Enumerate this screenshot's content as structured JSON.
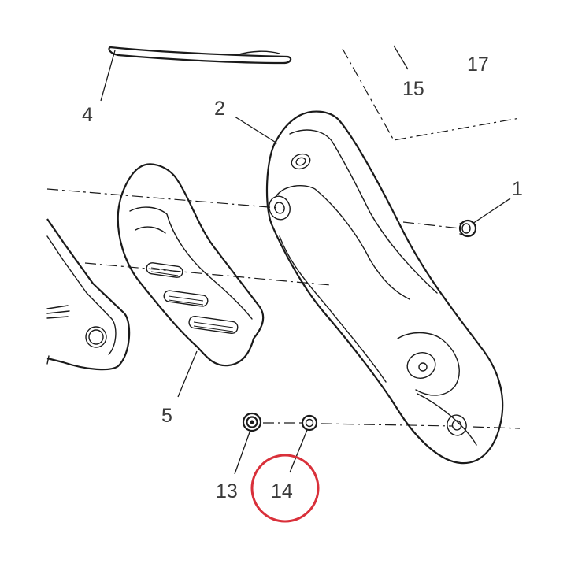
{
  "diagram": {
    "callouts": {
      "c1": "1",
      "c2": "2",
      "c4": "4",
      "c5": "5",
      "c13": "13",
      "c14": "14",
      "c15": "15",
      "c17": "17"
    },
    "highlighted_callout": "14",
    "colors": {
      "line": "#1a1a1a",
      "label": "#3a3a3a",
      "highlight": "#d9303a"
    }
  }
}
